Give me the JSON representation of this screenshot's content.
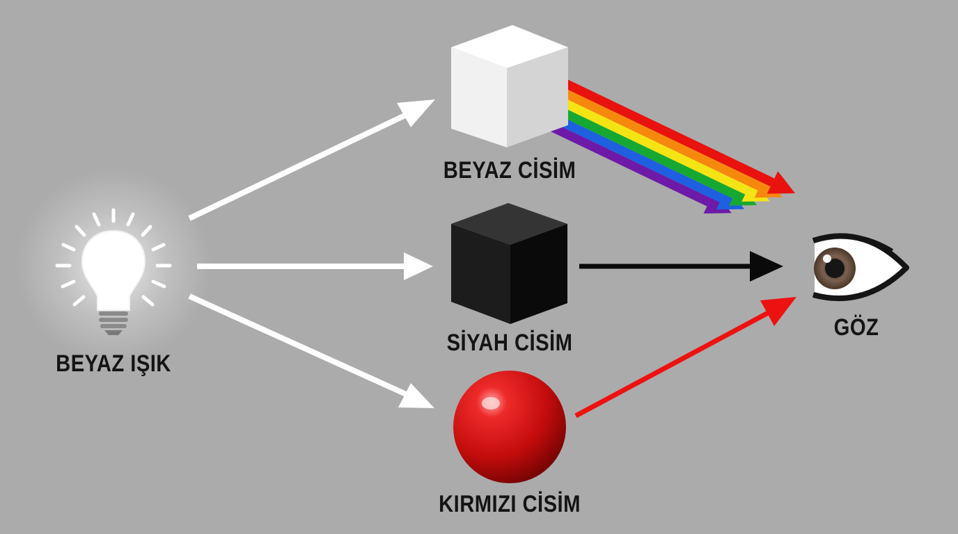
{
  "labels": {
    "light_source": "BEYAZ IŞIK",
    "white_object": "BEYAZ CİSİM",
    "black_object": "SİYAH CİSİM",
    "red_object": "KIRMIZI CİSİM",
    "eye": "GÖZ"
  },
  "icons": {
    "light_source": "light-bulb-icon",
    "white_object": "white-cube",
    "black_object": "black-cube",
    "red_object": "red-sphere",
    "eye": "eye-icon"
  },
  "colors": {
    "background": "#ababab",
    "incident_light": "#ffffff",
    "black_reflection": "#0a0a0a",
    "red_reflection": "#ee1111",
    "spectrum": [
      "#e8120e",
      "#f7880e",
      "#f5e414",
      "#17a832",
      "#1e60e0",
      "#6e1aa8"
    ]
  }
}
